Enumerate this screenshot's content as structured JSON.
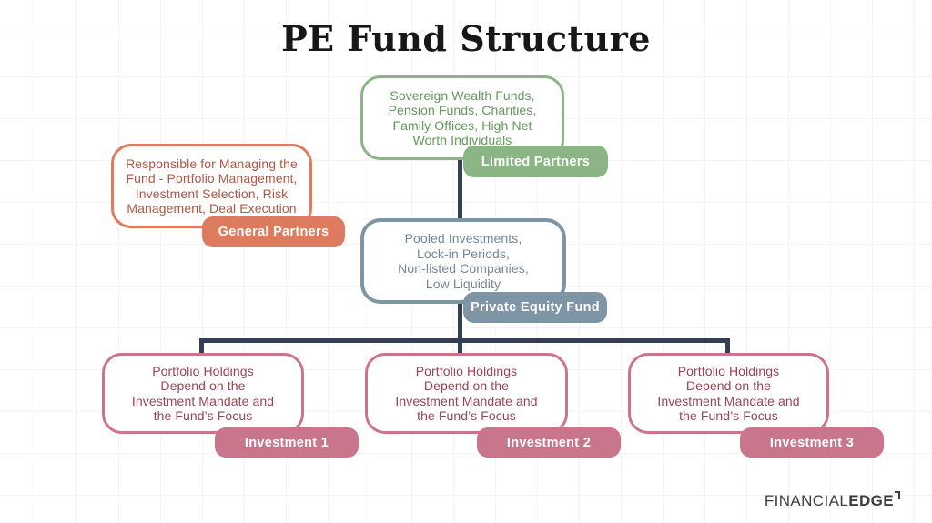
{
  "title": "PE Fund Structure",
  "nodes": {
    "limited_partners": {
      "label": "Limited Partners",
      "description": "Sovereign Wealth Funds,\nPension Funds, Charities,\nFamily Offices, High Net\nWorth Individuals"
    },
    "general_partners": {
      "label": "General Partners",
      "description": "Responsible for Managing the\nFund - Portfolio Management,\nInvestment Selection, Risk\nManagement, Deal Execution"
    },
    "private_equity_fund": {
      "label": "Private Equity Fund",
      "description": "Pooled Investments,\nLock-in Periods,\nNon-listed Companies,\nLow Liquidity"
    },
    "investment_1": {
      "label": "Investment 1",
      "description": "Portfolio Holdings\nDepend on the\nInvestment Mandate and\nthe Fund’s Focus"
    },
    "investment_2": {
      "label": "Investment 2",
      "description": "Portfolio Holdings\nDepend on the\nInvestment Mandate and\nthe Fund’s Focus"
    },
    "investment_3": {
      "label": "Investment 3",
      "description": "Portfolio Holdings\nDepend on the\nInvestment Mandate and\nthe Fund’s Focus"
    }
  },
  "logo": {
    "brand_thin": "FINANCIAL",
    "brand_bold": "EDGE"
  },
  "colors": {
    "green": "#8CB586",
    "green-text": "#63985A",
    "coral": "#DC7B5E",
    "coral-text": "#B05742",
    "slate": "#7E95A5",
    "slate-text": "#74889A",
    "pink": "#C9758B",
    "pink-text": "#9C4257",
    "connector": "#343E56",
    "title-color": "#171717",
    "logo-color": "#3D3D3D",
    "grid-line": "#F6F3F3"
  }
}
